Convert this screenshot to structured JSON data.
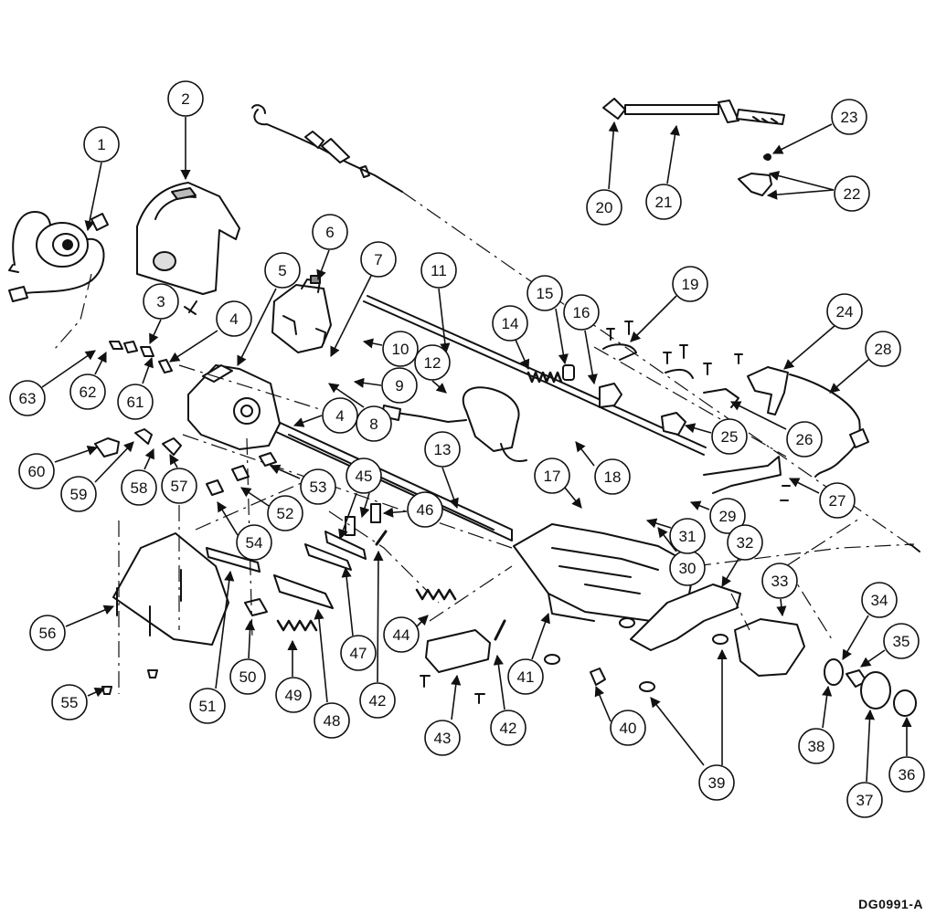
{
  "figure": {
    "drawing_code": "DG0991-A",
    "callouts": [
      {
        "id": "c1",
        "label": "1"
      },
      {
        "id": "c2",
        "label": "2"
      },
      {
        "id": "c3",
        "label": "3"
      },
      {
        "id": "c4a",
        "label": "4"
      },
      {
        "id": "c4b",
        "label": "4"
      },
      {
        "id": "c5",
        "label": "5"
      },
      {
        "id": "c6",
        "label": "6"
      },
      {
        "id": "c7",
        "label": "7"
      },
      {
        "id": "c8",
        "label": "8"
      },
      {
        "id": "c9",
        "label": "9"
      },
      {
        "id": "c10",
        "label": "10"
      },
      {
        "id": "c11",
        "label": "11"
      },
      {
        "id": "c12",
        "label": "12"
      },
      {
        "id": "c13",
        "label": "13"
      },
      {
        "id": "c14",
        "label": "14"
      },
      {
        "id": "c15",
        "label": "15"
      },
      {
        "id": "c16",
        "label": "16"
      },
      {
        "id": "c17",
        "label": "17"
      },
      {
        "id": "c18",
        "label": "18"
      },
      {
        "id": "c19",
        "label": "19"
      },
      {
        "id": "c20",
        "label": "20"
      },
      {
        "id": "c21",
        "label": "21"
      },
      {
        "id": "c22",
        "label": "22"
      },
      {
        "id": "c23",
        "label": "23"
      },
      {
        "id": "c24",
        "label": "24"
      },
      {
        "id": "c25",
        "label": "25"
      },
      {
        "id": "c26",
        "label": "26"
      },
      {
        "id": "c27",
        "label": "27"
      },
      {
        "id": "c28",
        "label": "28"
      },
      {
        "id": "c29",
        "label": "29"
      },
      {
        "id": "c30",
        "label": "30"
      },
      {
        "id": "c31",
        "label": "31"
      },
      {
        "id": "c32",
        "label": "32"
      },
      {
        "id": "c33",
        "label": "33"
      },
      {
        "id": "c34",
        "label": "34"
      },
      {
        "id": "c35",
        "label": "35"
      },
      {
        "id": "c36",
        "label": "36"
      },
      {
        "id": "c37",
        "label": "37"
      },
      {
        "id": "c38",
        "label": "38"
      },
      {
        "id": "c39",
        "label": "39"
      },
      {
        "id": "c40",
        "label": "40"
      },
      {
        "id": "c41",
        "label": "41"
      },
      {
        "id": "c42a",
        "label": "42"
      },
      {
        "id": "c42b",
        "label": "42"
      },
      {
        "id": "c43",
        "label": "43"
      },
      {
        "id": "c44",
        "label": "44"
      },
      {
        "id": "c45",
        "label": "45"
      },
      {
        "id": "c46",
        "label": "46"
      },
      {
        "id": "c47",
        "label": "47"
      },
      {
        "id": "c48",
        "label": "48"
      },
      {
        "id": "c49",
        "label": "49"
      },
      {
        "id": "c50",
        "label": "50"
      },
      {
        "id": "c51",
        "label": "51"
      },
      {
        "id": "c52",
        "label": "52"
      },
      {
        "id": "c53",
        "label": "53"
      },
      {
        "id": "c54",
        "label": "54"
      },
      {
        "id": "c55",
        "label": "55"
      },
      {
        "id": "c56",
        "label": "56"
      },
      {
        "id": "c57",
        "label": "57"
      },
      {
        "id": "c58",
        "label": "58"
      },
      {
        "id": "c59",
        "label": "59"
      },
      {
        "id": "c60",
        "label": "60"
      },
      {
        "id": "c61",
        "label": "61"
      },
      {
        "id": "c62",
        "label": "62"
      },
      {
        "id": "c63",
        "label": "63"
      }
    ]
  }
}
